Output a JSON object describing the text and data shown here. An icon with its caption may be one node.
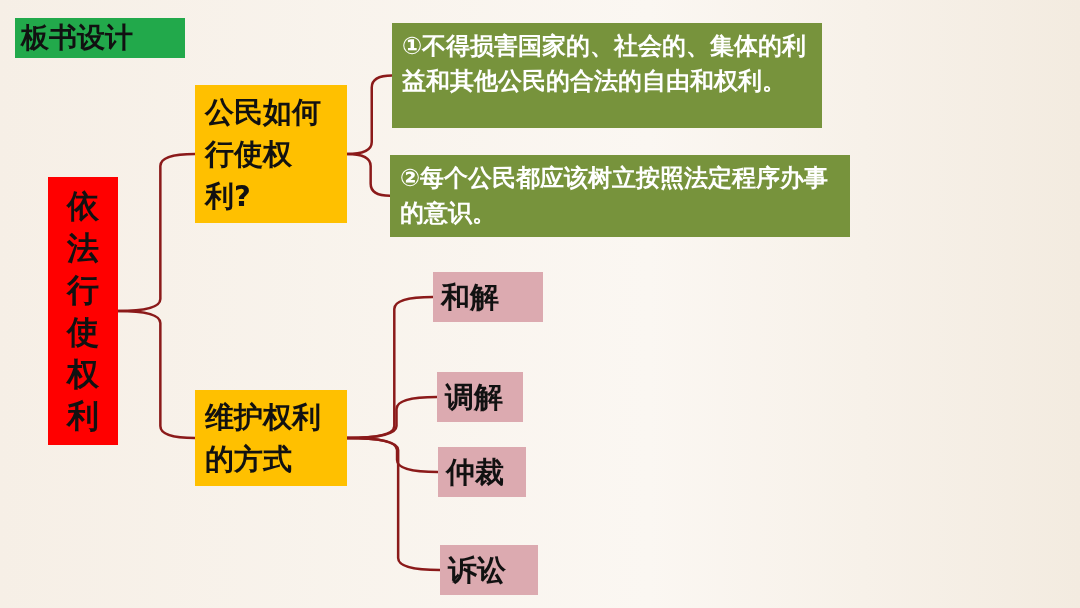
{
  "diagram": {
    "title": "板书设计",
    "nodes": [
      {
        "text": [
          "依法行使权利"
        ]
      },
      {
        "text": [
          "公民如何行使权利?"
        ]
      },
      {
        "text": [
          "维护权利的方式"
        ]
      },
      {
        "text": [
          "①不得损害国家的、社会的、集体的利益和其他公民的合法的自由和权利。"
        ]
      },
      {
        "text": [
          "②每个公民都应该树立按照法定程序办事的意识。"
        ]
      },
      {
        "text": [
          "和解"
        ]
      },
      {
        "text": [
          "调解"
        ]
      },
      {
        "text": [
          "仲裁"
        ]
      },
      {
        "text": [
          "诉讼"
        ]
      }
    ],
    "edges": [
      {
        "from": 0,
        "to": 1,
        "arrow": "none"
      },
      {
        "from": 0,
        "to": 2,
        "arrow": "none"
      },
      {
        "from": 1,
        "to": 3,
        "arrow": "none"
      },
      {
        "from": 1,
        "to": 4,
        "arrow": "none"
      },
      {
        "from": 2,
        "to": 5,
        "arrow": "none"
      },
      {
        "from": 2,
        "to": 6,
        "arrow": "none"
      },
      {
        "from": 2,
        "to": 7,
        "arrow": "none"
      },
      {
        "from": 2,
        "to": 8,
        "arrow": "none"
      }
    ]
  }
}
